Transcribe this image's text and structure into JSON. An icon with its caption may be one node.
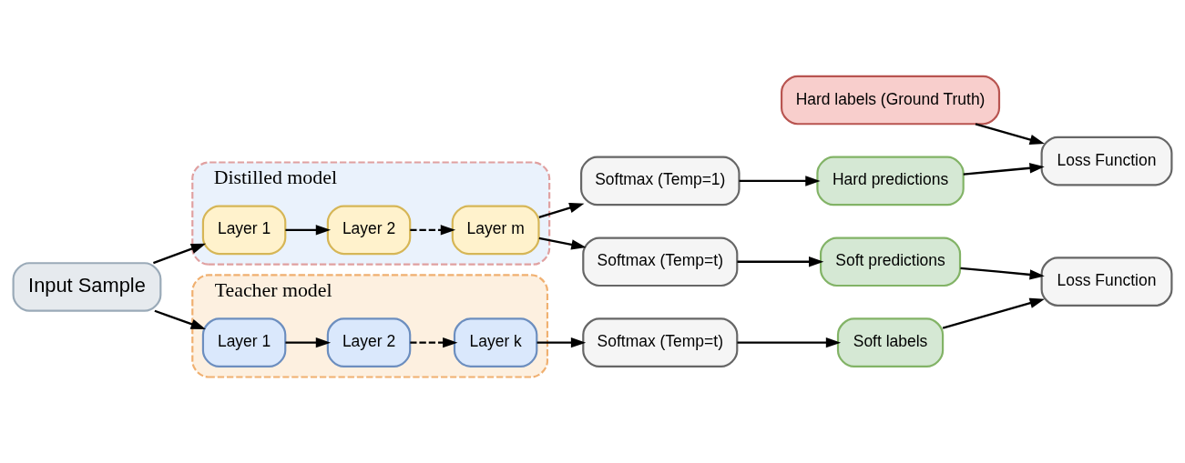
{
  "diagram": {
    "nodes": [
      {
        "text": [
          "Teacher model"
        ]
      },
      {
        "text": [
          "Layer 1"
        ],
        "in": 0
      },
      {
        "text": [
          "Layer 2"
        ],
        "in": 0
      },
      {
        "text": [
          "Layer k"
        ],
        "in": 0
      },
      {
        "text": [
          "Input Sample"
        ]
      },
      {
        "text": [
          "Distilled model"
        ]
      },
      {
        "text": [
          "Layer 1"
        ],
        "in": 5
      },
      {
        "text": [
          "Layer 2"
        ],
        "in": 5
      },
      {
        "text": [
          "Layer m"
        ],
        "in": 5
      },
      {
        "text": [
          "Softmax (Temp=t)"
        ]
      },
      {
        "text": [
          "Soft labels"
        ]
      },
      {
        "text": [
          "Loss Function"
        ]
      },
      {
        "text": [
          "Softmax (Temp=t)"
        ]
      },
      {
        "text": [
          "Soft predictions"
        ]
      },
      {
        "text": [
          "Softmax (Temp=1)"
        ]
      },
      {
        "text": [
          "Hard predictions"
        ]
      },
      {
        "text": [
          "Loss Function"
        ]
      },
      {
        "text": [
          "Hard labels (Ground Truth)"
        ]
      }
    ],
    "edges": [
      {
        "from": 4,
        "to": 1,
        "arrow": "to"
      },
      {
        "from": 1,
        "to": 2,
        "arrow": "to"
      },
      {
        "from": 2,
        "to": 3,
        "arrow": "to",
        "style": "dashed"
      },
      {
        "from": 3,
        "to": 9,
        "arrow": "to"
      },
      {
        "from": 9,
        "to": 10,
        "arrow": "to"
      },
      {
        "from": 10,
        "to": 11,
        "arrow": "to"
      },
      {
        "from": 4,
        "to": 6,
        "arrow": "to"
      },
      {
        "from": 6,
        "to": 7,
        "arrow": "to"
      },
      {
        "from": 7,
        "to": 8,
        "arrow": "to",
        "style": "dashed"
      },
      {
        "from": 8,
        "to": 12,
        "arrow": "to"
      },
      {
        "from": 8,
        "to": 14,
        "arrow": "to"
      },
      {
        "from": 12,
        "to": 13,
        "arrow": "to"
      },
      {
        "from": 13,
        "to": 11,
        "arrow": "to"
      },
      {
        "from": 14,
        "to": 15,
        "arrow": "to"
      },
      {
        "from": 15,
        "to": 16,
        "arrow": "to"
      },
      {
        "from": 17,
        "to": 16,
        "arrow": "to"
      }
    ]
  }
}
